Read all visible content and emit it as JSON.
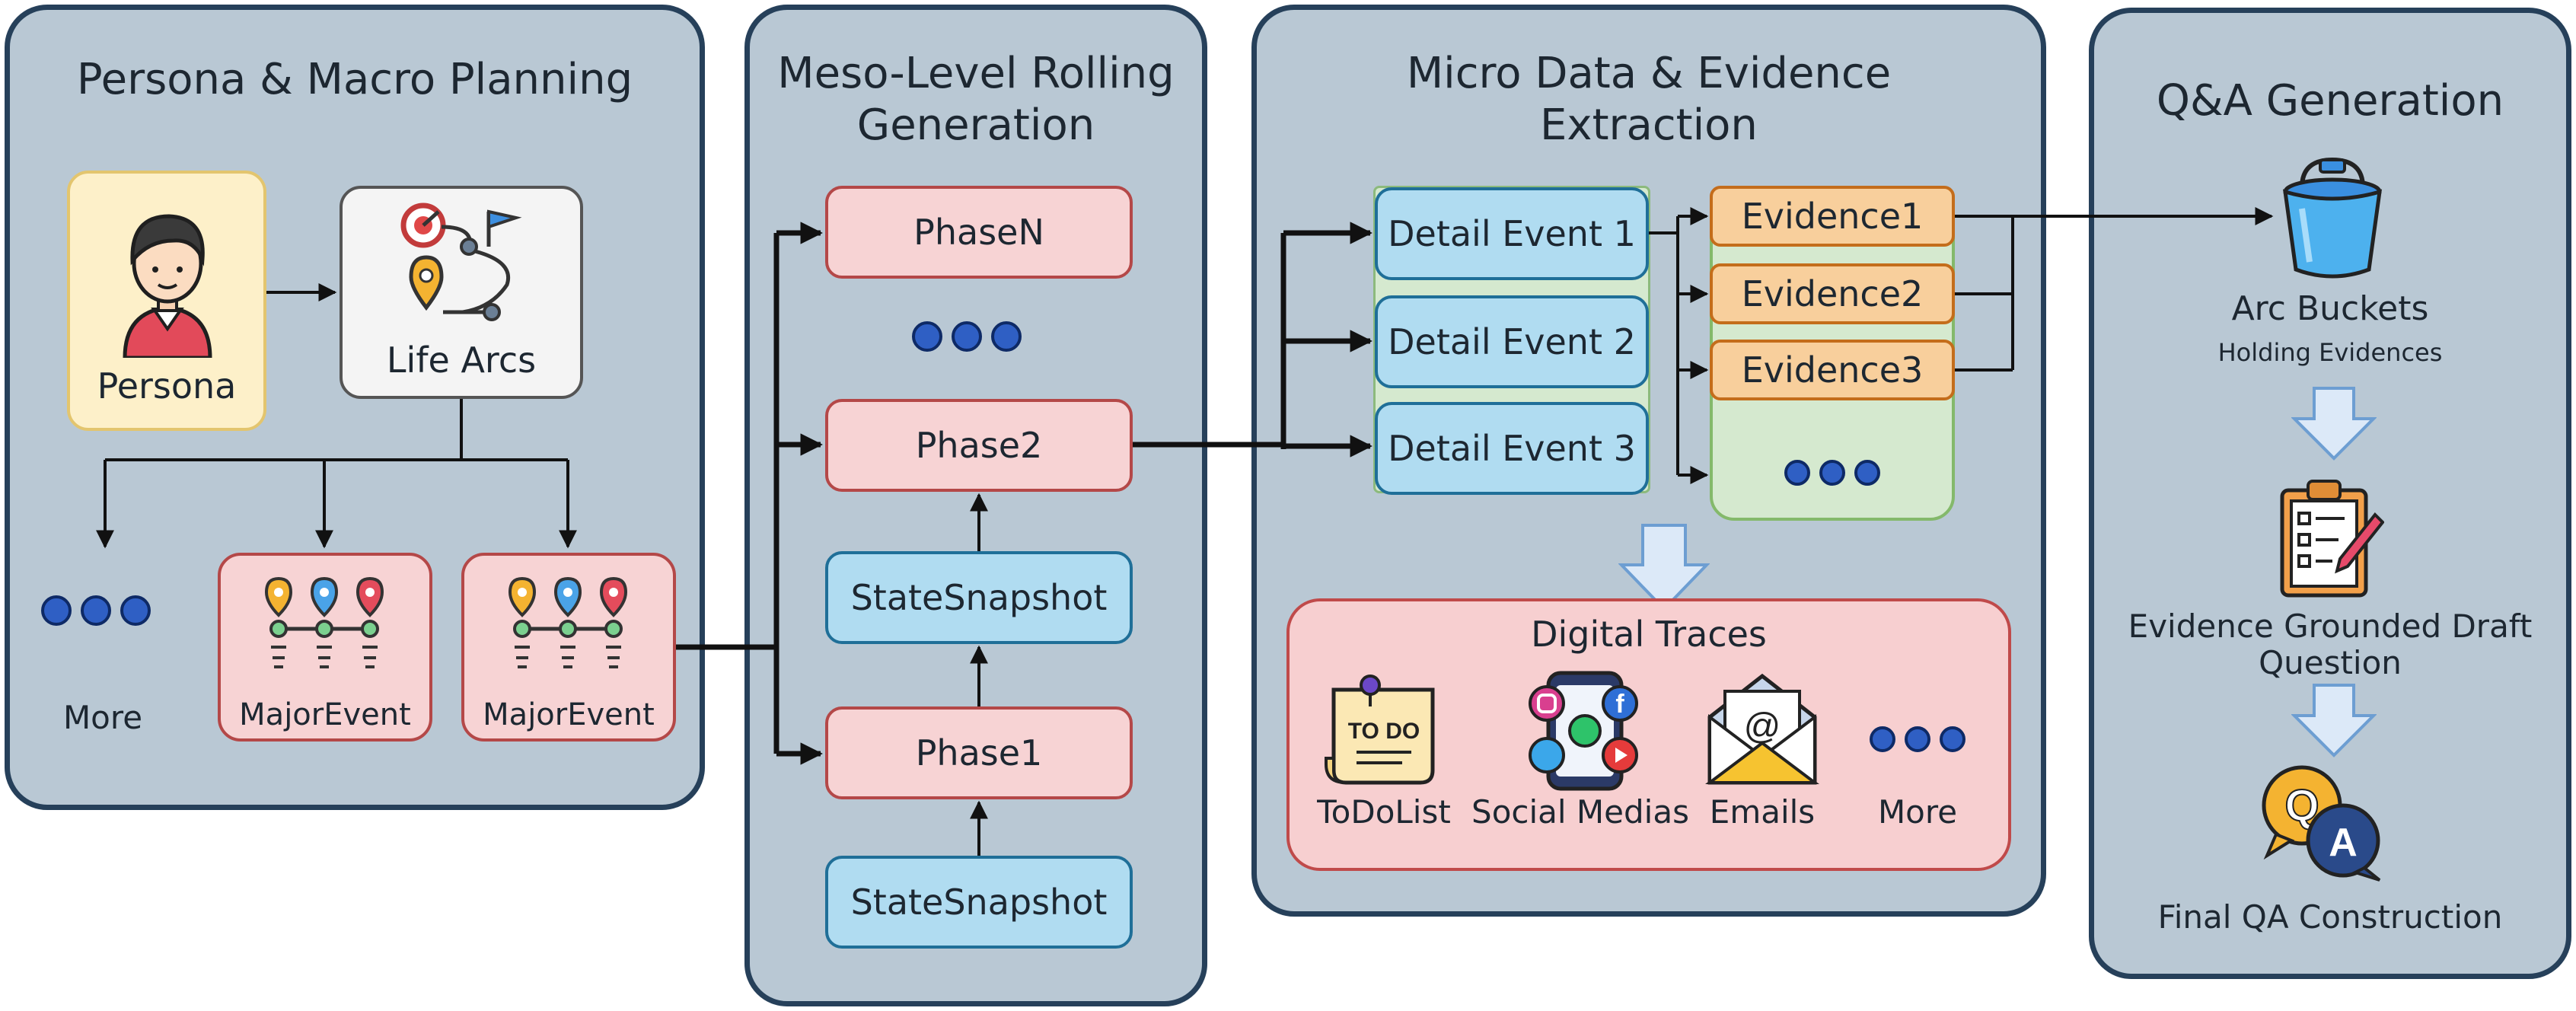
{
  "panels": {
    "persona": {
      "title": "Persona & Macro Planning",
      "persona_label": "Persona",
      "life_arcs_label": "Life Arcs",
      "more_label": "More",
      "major_event_1": "MajorEvent",
      "major_event_2": "MajorEvent"
    },
    "meso": {
      "title_line1": "Meso-Level Rolling",
      "title_line2": "Generation",
      "phase_n": "PhaseN",
      "phase_2": "Phase2",
      "state_snapshot_1": "StateSnapshot",
      "phase_1": "Phase1",
      "state_snapshot_2": "StateSnapshot"
    },
    "micro": {
      "title_line1": "Micro Data & Evidence",
      "title_line2": "Extraction",
      "detail_events": [
        "Detail Event 1",
        "Detail Event 2",
        "Detail Event 3"
      ],
      "evidences": [
        "Evidence1",
        "Evidence2",
        "Evidence3"
      ],
      "digital_traces_title": "Digital Traces",
      "traces": [
        "ToDoList",
        "Social Medias",
        "Emails",
        "More"
      ],
      "todo_sign": "TO DO"
    },
    "qa": {
      "title": "Q&A Generation",
      "arc_buckets": "Arc Buckets",
      "holding_evidences": "Holding Evidences",
      "draft_line1": "Evidence Grounded Draft",
      "draft_line2": "Question",
      "final": "Final QA Construction",
      "qa_q": "Q",
      "qa_a": "A"
    }
  },
  "colors": {
    "panel_bg": "#b9c8d4",
    "panel_border": "#26405a",
    "pink_box": "#f7d3d4",
    "blue_box": "#b0dcf1",
    "orange_box": "#f8cf9c",
    "green_area": "#d5e9cf",
    "arrow": "#111111",
    "down_arrow": "#dce9f8"
  }
}
